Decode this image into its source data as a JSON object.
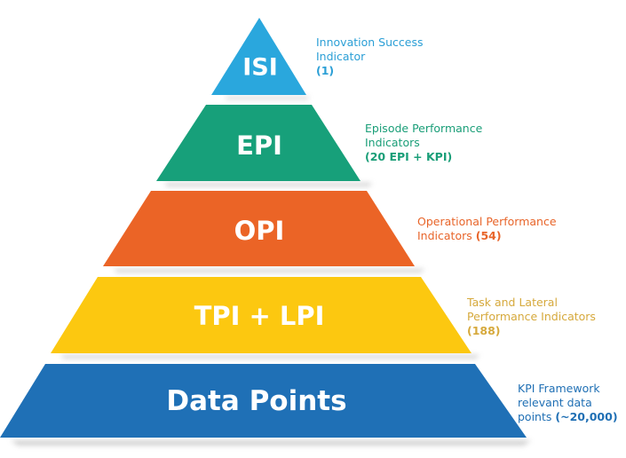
{
  "colors": {
    "isi": "#2aa7dd",
    "epi": "#17a07a",
    "opi": "#eb6426",
    "tpi": "#fcc810",
    "dp": "#1f70b6",
    "shadow": "#c9c9c9"
  },
  "tiers": [
    {
      "key": "isi",
      "label": "ISI",
      "desc_lines": [
        "Innovation Success",
        "Indicator"
      ],
      "desc_count": "(1)"
    },
    {
      "key": "epi",
      "label": "EPI",
      "desc_lines": [
        "Episode Performance",
        "Indicators"
      ],
      "desc_count": "(20 EPI + KPI)"
    },
    {
      "key": "opi",
      "label": "OPI",
      "desc_lines": [
        "Operational Performance",
        "Indicators"
      ],
      "desc_count": "(54)"
    },
    {
      "key": "tpi",
      "label": "TPI + LPI",
      "desc_lines": [
        "Task and Lateral",
        "Performance Indicators"
      ],
      "desc_count": "(188)"
    },
    {
      "key": "dp",
      "label": "Data Points",
      "desc_lines": [
        "KPI Framework",
        "relevant data",
        "points"
      ],
      "desc_count": "(~20,000)"
    }
  ]
}
